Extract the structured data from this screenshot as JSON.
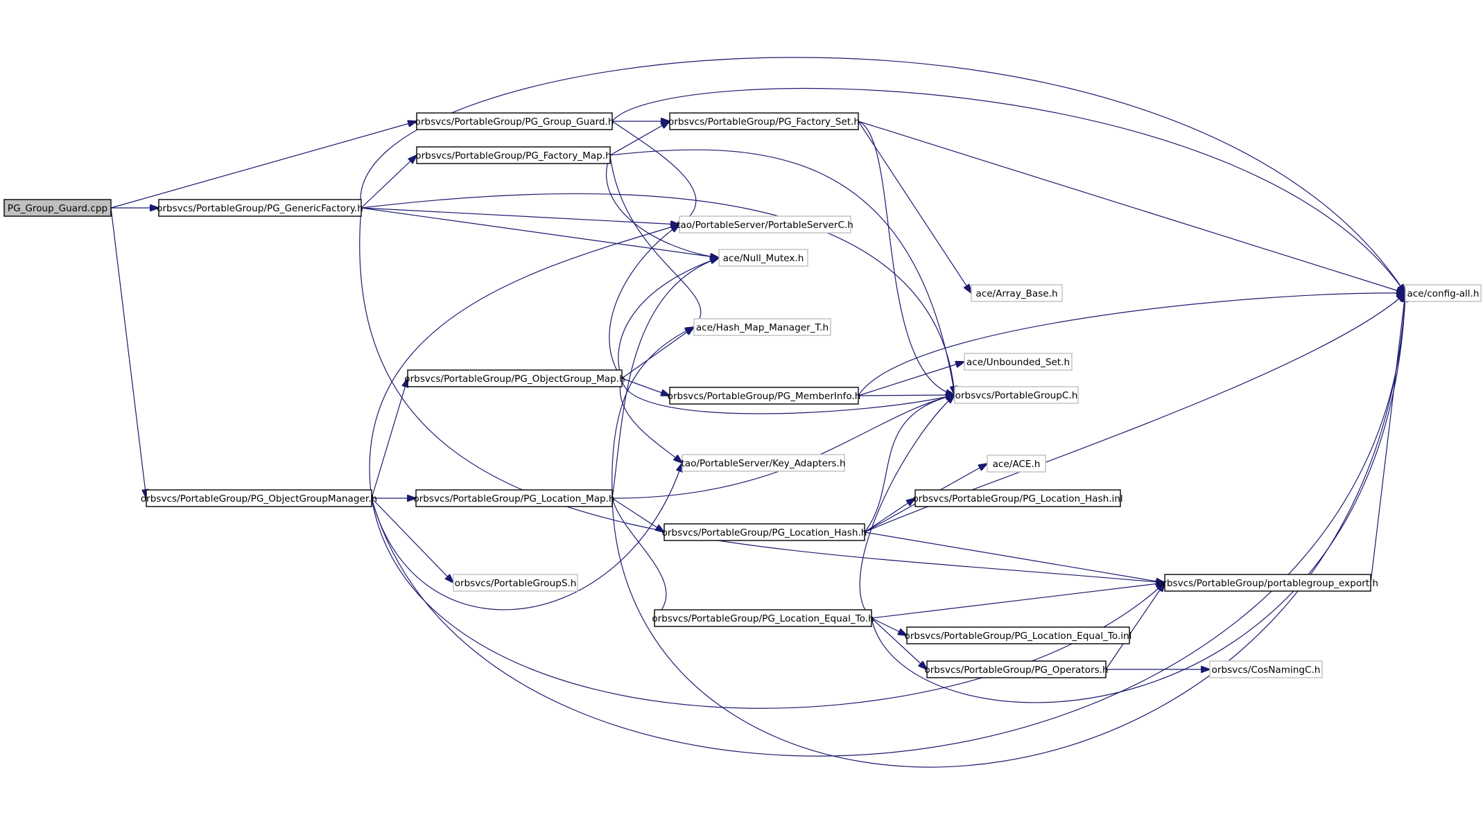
{
  "graph": {
    "colors": {
      "edge": "#191970",
      "root_fill": "#bfbfbf",
      "node_border": "#000000",
      "external_border": "#bfbfbf",
      "background": "#ffffff"
    },
    "nodes": [
      {
        "id": "n0",
        "label": "PG_Group_Guard.cpp",
        "kind": "root"
      },
      {
        "id": "n1",
        "label": "orbsvcs/PortableGroup/PG_GenericFactory.h",
        "kind": "documented"
      },
      {
        "id": "n2",
        "label": "orbsvcs/PortableGroup/PG_ObjectGroupManager.h",
        "kind": "documented"
      },
      {
        "id": "n3",
        "label": "orbsvcs/PortableGroup/PG_Group_Guard.h",
        "kind": "documented"
      },
      {
        "id": "n4",
        "label": "orbsvcs/PortableGroup/PG_Factory_Map.h",
        "kind": "documented"
      },
      {
        "id": "n5",
        "label": "orbsvcs/PortableGroup/PG_ObjectGroup_Map.h",
        "kind": "documented"
      },
      {
        "id": "n6",
        "label": "orbsvcs/PortableGroup/PG_Location_Map.h",
        "kind": "documented"
      },
      {
        "id": "n7",
        "label": "orbsvcs/PortableGroupS.h",
        "kind": "external"
      },
      {
        "id": "n8",
        "label": "orbsvcs/PortableGroup/PG_Factory_Set.h",
        "kind": "documented"
      },
      {
        "id": "n9",
        "label": "tao/PortableServer/PortableServerC.h",
        "kind": "external"
      },
      {
        "id": "n10",
        "label": "ace/Null_Mutex.h",
        "kind": "external"
      },
      {
        "id": "n11",
        "label": "ace/Hash_Map_Manager_T.h",
        "kind": "external"
      },
      {
        "id": "n12",
        "label": "orbsvcs/PortableGroup/PG_MemberInfo.h",
        "kind": "documented"
      },
      {
        "id": "n13",
        "label": "tao/PortableServer/Key_Adapters.h",
        "kind": "external"
      },
      {
        "id": "n14",
        "label": "orbsvcs/PortableGroup/PG_Location_Hash.h",
        "kind": "documented"
      },
      {
        "id": "n15",
        "label": "orbsvcs/PortableGroup/PG_Location_Equal_To.h",
        "kind": "documented"
      },
      {
        "id": "n16",
        "label": "orbsvcs/PortableGroup/PG_Operators.h",
        "kind": "documented"
      },
      {
        "id": "n17",
        "label": "ace/Array_Base.h",
        "kind": "external"
      },
      {
        "id": "n18",
        "label": "ace/Unbounded_Set.h",
        "kind": "external"
      },
      {
        "id": "n19",
        "label": "orbsvcs/PortableGroupC.h",
        "kind": "external"
      },
      {
        "id": "n20",
        "label": "ace/ACE.h",
        "kind": "external"
      },
      {
        "id": "n21",
        "label": "orbsvcs/PortableGroup/PG_Location_Hash.inl",
        "kind": "documented"
      },
      {
        "id": "n22",
        "label": "orbsvcs/PortableGroup/portablegroup_export.h",
        "kind": "documented"
      },
      {
        "id": "n23",
        "label": "orbsvcs/PortableGroup/PG_Location_Equal_To.inl",
        "kind": "documented"
      },
      {
        "id": "n24",
        "label": "orbsvcs/CosNamingC.h",
        "kind": "external"
      },
      {
        "id": "n25",
        "label": "ace/config-all.h",
        "kind": "external"
      }
    ],
    "edges": [
      {
        "from": "n0",
        "to": "n1"
      },
      {
        "from": "n0",
        "to": "n3"
      },
      {
        "from": "n0",
        "to": "n2"
      },
      {
        "from": "n1",
        "to": "n25"
      },
      {
        "from": "n1",
        "to": "n4"
      },
      {
        "from": "n1",
        "to": "n19"
      },
      {
        "from": "n1",
        "to": "n9"
      },
      {
        "from": "n1",
        "to": "n10"
      },
      {
        "from": "n1",
        "to": "n22"
      },
      {
        "from": "n3",
        "to": "n8"
      },
      {
        "from": "n3",
        "to": "n25"
      },
      {
        "from": "n3",
        "to": "n9"
      },
      {
        "from": "n4",
        "to": "n8"
      },
      {
        "from": "n4",
        "to": "n19"
      },
      {
        "from": "n4",
        "to": "n10"
      },
      {
        "from": "n4",
        "to": "n11"
      },
      {
        "from": "n8",
        "to": "n25"
      },
      {
        "from": "n8",
        "to": "n17"
      },
      {
        "from": "n8",
        "to": "n19"
      },
      {
        "from": "n2",
        "to": "n5"
      },
      {
        "from": "n2",
        "to": "n6"
      },
      {
        "from": "n2",
        "to": "n7"
      },
      {
        "from": "n2",
        "to": "n9"
      },
      {
        "from": "n2",
        "to": "n13"
      },
      {
        "from": "n2",
        "to": "n25"
      },
      {
        "from": "n2",
        "to": "n22"
      },
      {
        "from": "n5",
        "to": "n12"
      },
      {
        "from": "n5",
        "to": "n9"
      },
      {
        "from": "n5",
        "to": "n10"
      },
      {
        "from": "n5",
        "to": "n11"
      },
      {
        "from": "n5",
        "to": "n13"
      },
      {
        "from": "n5",
        "to": "n19"
      },
      {
        "from": "n12",
        "to": "n19"
      },
      {
        "from": "n12",
        "to": "n18"
      },
      {
        "from": "n12",
        "to": "n25"
      },
      {
        "from": "n6",
        "to": "n14"
      },
      {
        "from": "n6",
        "to": "n15"
      },
      {
        "from": "n6",
        "to": "n19"
      },
      {
        "from": "n6",
        "to": "n10"
      },
      {
        "from": "n6",
        "to": "n11"
      },
      {
        "from": "n6",
        "to": "n25"
      },
      {
        "from": "n14",
        "to": "n20"
      },
      {
        "from": "n14",
        "to": "n21"
      },
      {
        "from": "n14",
        "to": "n19"
      },
      {
        "from": "n14",
        "to": "n22"
      },
      {
        "from": "n14",
        "to": "n25"
      },
      {
        "from": "n15",
        "to": "n16"
      },
      {
        "from": "n15",
        "to": "n23"
      },
      {
        "from": "n15",
        "to": "n22"
      },
      {
        "from": "n15",
        "to": "n19"
      },
      {
        "from": "n15",
        "to": "n25"
      },
      {
        "from": "n16",
        "to": "n24"
      },
      {
        "from": "n16",
        "to": "n22"
      },
      {
        "from": "n22",
        "to": "n25"
      }
    ]
  }
}
